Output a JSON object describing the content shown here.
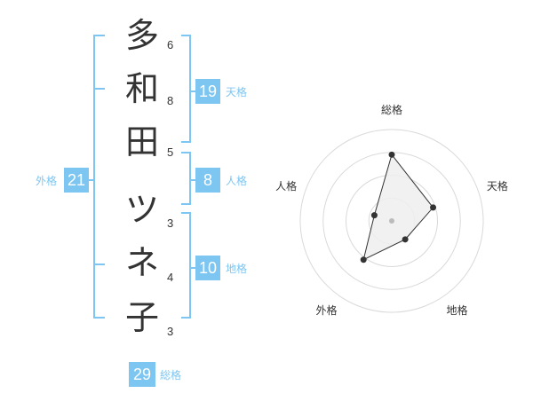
{
  "name": {
    "chars": [
      "多",
      "和",
      "田",
      "ツ",
      "ネ",
      "子"
    ],
    "strokes": [
      "6",
      "8",
      "5",
      "3",
      "4",
      "3"
    ]
  },
  "kaku": {
    "tenkaku": {
      "value": "19",
      "label": "天格"
    },
    "jinkaku": {
      "value": "8",
      "label": "人格"
    },
    "chikaku": {
      "value": "10",
      "label": "地格"
    },
    "gaikaku": {
      "value": "21",
      "label": "外格"
    },
    "soukaku": {
      "value": "29",
      "label": "総格"
    }
  },
  "chart_data": {
    "type": "radar",
    "axes": [
      "総格",
      "天格",
      "地格",
      "外格",
      "人格"
    ],
    "values": [
      29,
      19,
      10,
      21,
      8
    ],
    "rmax": 40,
    "rings": 4,
    "line_color": "#333333",
    "fill_color": "#eeeeee",
    "ring_color": "#d9d9d9",
    "center_color": "#bbbbbb"
  },
  "colors": {
    "accent": "#7dc6f2",
    "text": "#333333"
  }
}
